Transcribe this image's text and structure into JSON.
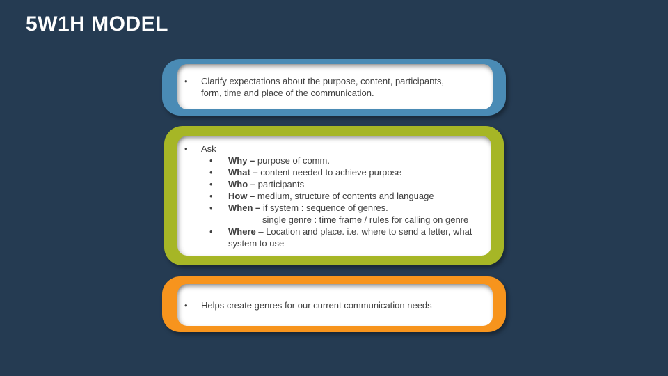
{
  "slide": {
    "title": "5W1H MODEL",
    "colors": {
      "background": "#253b52",
      "title_text": "#ffffff",
      "box_blue": "#4a8bb5",
      "box_green": "#a6b626",
      "box_orange": "#f7941d",
      "body_text": "#404040",
      "panel_fill": "#ffffff"
    },
    "bullet_glyph": "•",
    "boxes": {
      "clarify": {
        "text": "Clarify expectations about the purpose, content, participants, form, time and place of the communication."
      },
      "ask": {
        "label": "Ask",
        "items": [
          {
            "bold": "Why –",
            "rest": " purpose of comm."
          },
          {
            "bold": "What –",
            "rest": " content needed to achieve purpose"
          },
          {
            "bold": "Who –",
            "rest": " participants"
          },
          {
            "bold": "How –",
            "rest": " medium, structure of contents and language"
          },
          {
            "bold": "When –",
            "rest": " if system : sequence of genres.",
            "line2": "single genre : time frame / rules for calling on genre"
          },
          {
            "bold": "Where",
            "rest": " – Location and place. i.e. where to send a letter, what system to use"
          }
        ]
      },
      "helps": {
        "text": "Helps create genres for our current communication needs"
      }
    }
  }
}
